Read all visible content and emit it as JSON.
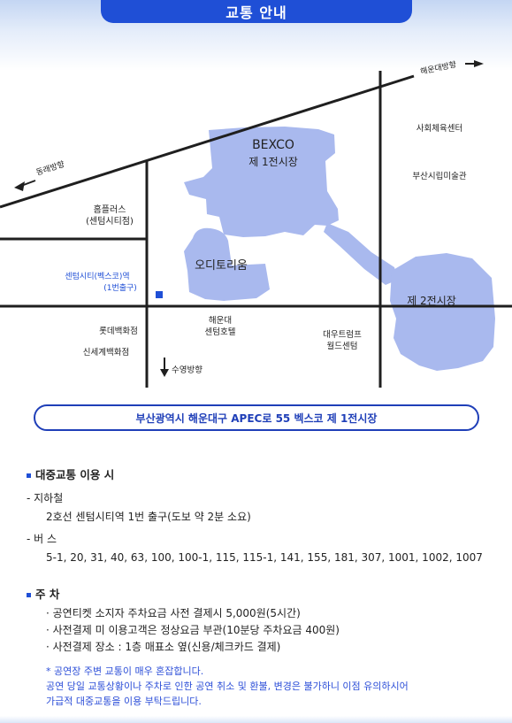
{
  "header": {
    "title": "교통 안내"
  },
  "map": {
    "labels": {
      "haeundae": "해운대방향",
      "dongnae": "동래방향",
      "suyeong": "수영방향",
      "bexco_1": "BEXCO",
      "bexco_2": "제 1전시장",
      "auditorium": "오디토리움",
      "hall2": "제 2전시장",
      "sports_center": "사회체육센터",
      "art_museum": "부산시립미술관",
      "homeplus_1": "홈플러스",
      "homeplus_2": "(센텀시티점)",
      "station_1": "센텀시티(벡스코)역",
      "station_2": "(1번출구)",
      "hotel_1": "해운대",
      "hotel_2": "센텀호텔",
      "lotte": "롯데백화점",
      "shinsegae": "신세계백화점",
      "daewoo_1": "대우트럼프",
      "daewoo_2": "월드센텀"
    },
    "colors": {
      "building": "#a9b9ee",
      "road": "#1f1f1f",
      "station": "#1f4fd6"
    }
  },
  "address": "부산광역시 해운대구 APEC로 55 벡스코 제 1전시장",
  "transit": {
    "title": "대중교통 이용 시",
    "subway_label": "- 지하철",
    "subway_detail": "2호선 센텀시티역 1번 출구(도보 약 2분 소요)",
    "bus_label": "- 버 스",
    "bus_detail": "5-1, 20, 31, 40, 63, 100, 100-1, 115, 115-1, 141, 155, 181, 307, 1001, 1002, 1007"
  },
  "parking": {
    "title": "주 차",
    "items": [
      "· 공연티켓 소지자 주차요금 사전 결제시 5,000원(5시간)",
      "· 사전결제 미 이용고객은 정상요금 부관(10분당 주차요금 400원)",
      "· 사전결제 장소 : 1층 매표소 옆(신용/체크카드 결제)"
    ],
    "notes": [
      "* 공연장 주변 교통이 매우 혼잡합니다.",
      "공연 당일 교통상황이나 주차로 인한 공연 취소 및 환불, 변경은 불가하니 이점 유의하시어",
      "가급적 대중교통을 이용 부탁드립니다."
    ]
  }
}
